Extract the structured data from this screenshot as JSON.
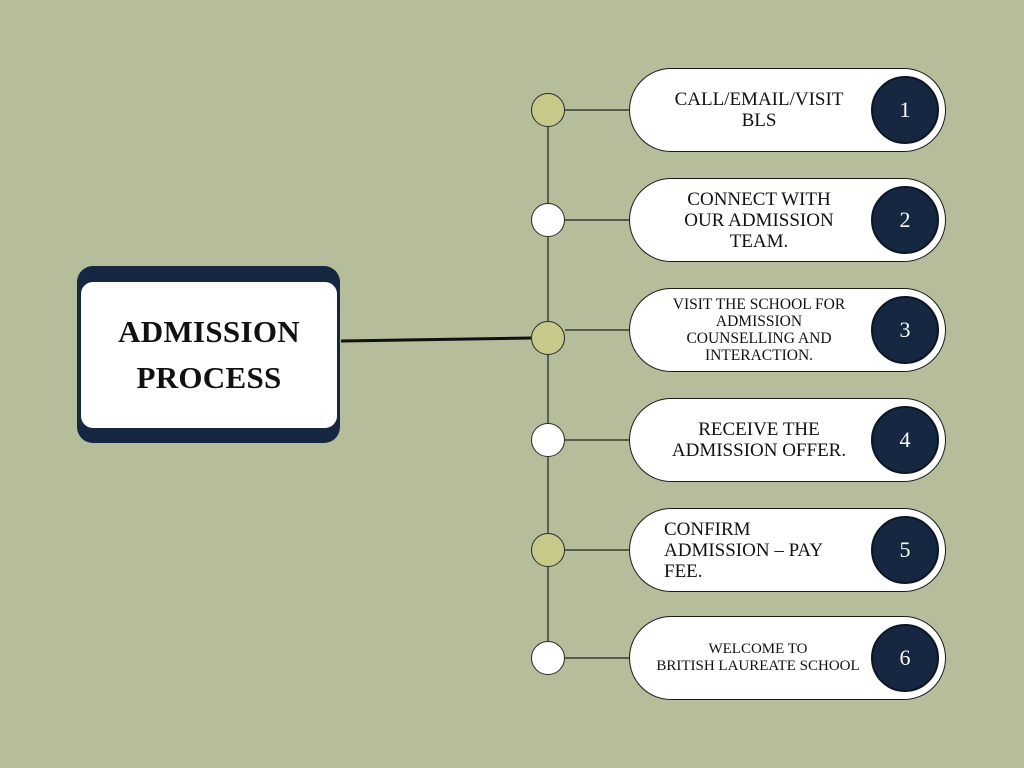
{
  "title": "ADMISSION\nPROCESS",
  "colors": {
    "background": "#b5bd9b",
    "navy": "#152741",
    "olive_node": "#c7c98a",
    "white": "#ffffff"
  },
  "steps": [
    {
      "number": "1",
      "text": "CALL/EMAIL/VISIT\nBLS",
      "node": "olive"
    },
    {
      "number": "2",
      "text": "CONNECT WITH\nOUR ADMISSION\nTEAM.",
      "node": "white"
    },
    {
      "number": "3",
      "text": "VISIT THE SCHOOL FOR\nADMISSION\nCOUNSELLING AND\nINTERACTION.",
      "node": "olive"
    },
    {
      "number": "4",
      "text": "RECEIVE THE\nADMISSION OFFER.",
      "node": "white"
    },
    {
      "number": "5",
      "text": "CONFIRM\nADMISSION – PAY\nFEE.",
      "node": "olive"
    },
    {
      "number": "6",
      "text": "WELCOME TO\nBRITISH LAUREATE SCHOOL",
      "node": "white"
    }
  ]
}
